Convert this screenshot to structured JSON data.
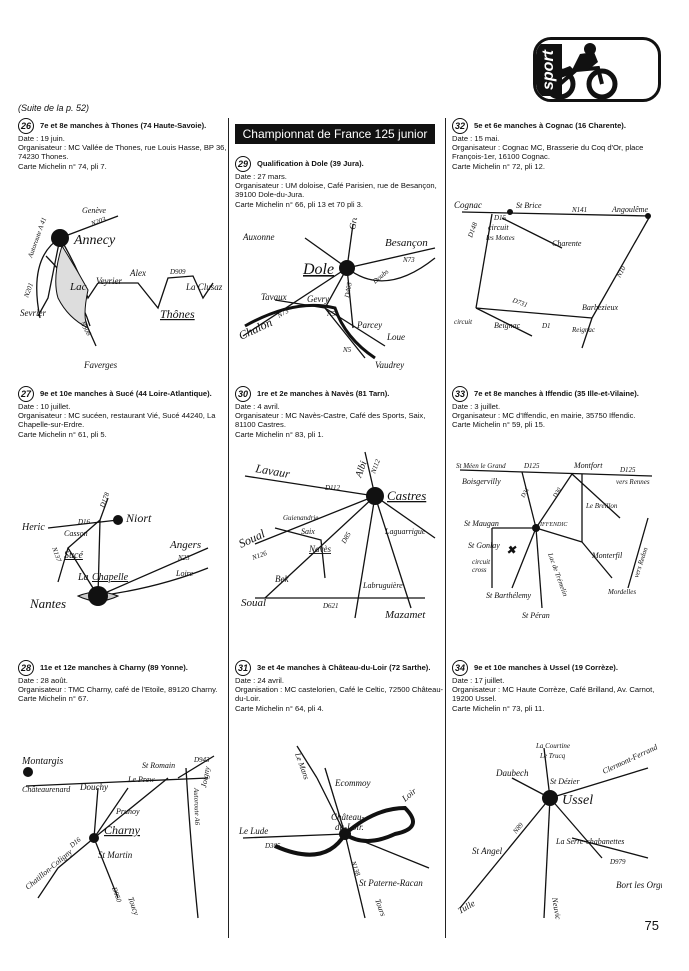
{
  "continued": "(Suite de la p. 52)",
  "badge_text": "sport",
  "banner": "Championnat de France 125 junior",
  "page_number": "75",
  "events": [
    {
      "num": "26",
      "head": "7e et 8e manches à Thones (74 Haute-Savoie).",
      "date": "Date : 19 juin.",
      "org": "Organisateur : MC Vallée de Thones, rue Louis Hasse, BP 36, 74230 Thones.",
      "map": "Carte Michelin n° 74, pli 7."
    },
    {
      "num": "27",
      "head": "9e et 10e manches à Sucé (44 Loire-Atlantique).",
      "date": "Date : 10 juillet.",
      "org": "Organisateur : MC sucéen, restaurant Vié, Sucé 44240, La Chapelle-sur-Erdre.",
      "map": "Carte Michelin n° 61, pli 5."
    },
    {
      "num": "28",
      "head": "11e et 12e manches à Charny (89 Yonne).",
      "date": "Date : 28 août.",
      "org": "Organisateur : TMC Charny, café de l'Etoile, 89120 Charny.",
      "map": "Carte Michelin n° 67."
    },
    {
      "num": "29",
      "head": "Qualification à Dole (39 Jura).",
      "date": "Date : 27 mars.",
      "org": "Organisateur : UM doloise, Café Parisien, rue de Besançon, 39100 Dole-du-Jura.",
      "map": "Carte Michelin n° 66, pli 13 et 70 pli 3."
    },
    {
      "num": "30",
      "head": "1re et 2e manches à Navès (81 Tarn).",
      "date": "Date : 4 avril.",
      "org": "Organisateur : MC Navès-Castre, Café des Sports, Saix, 81100 Castres.",
      "map": "Carte Michelin n° 83, pli 1."
    },
    {
      "num": "31",
      "head": "3e et 4e manches à Château-du-Loir (72 Sarthe).",
      "date": "Date : 24 avril.",
      "org": "Organisation : MC castelorien, Café le Celtic, 72500 Château-du-Loir.",
      "map": "Carte Michelin n° 64, pli 4."
    },
    {
      "num": "32",
      "head": "5e et 6e manches à Cognac (16 Charente).",
      "date": "Date : 15 mai.",
      "org": "Organisateur : Cognac MC, Brasserie du Coq d'Or, place François-1er, 16100 Cognac.",
      "map": "Carte Michelin n° 72, pli 12."
    },
    {
      "num": "33",
      "head": "7e et 8e manches à Iffendic (35 Ille-et-Vilaine).",
      "date": "Date : 3 juillet.",
      "org": "Organisateur : MC d'Iffendic, en mairie, 35750 Iffendic.",
      "map": "Carte Michelin n° 59, pli 15."
    },
    {
      "num": "34",
      "head": "9e et 10e manches à Ussel (19 Corrèze).",
      "date": "Date : 17 juillet.",
      "org": "Organisateur : MC Haute Corrèze, Café Brilland, Av. Carnot, 19200 Ussel.",
      "map": "Carte Michelin n° 73, pli 11."
    }
  ],
  "maps": {
    "thones": {
      "annecy": "Annecy",
      "lac": "Lac",
      "sevrier": "Sevrier",
      "vevrier": "Veyrier",
      "alex": "Alex",
      "thones": "Thônes",
      "clusaz": "La Clusaz",
      "geneve": "Genève",
      "faverges": "Faverges",
      "autoroute": "Autoroute A 41",
      "n201": "N201",
      "n508": "N508",
      "n203": "N203",
      "d909": "D909"
    },
    "suce": {
      "heric": "Heric",
      "casson": "Casson",
      "suce": "Sucé",
      "la": "La",
      "chapelle": "Chapelle",
      "nantes": "Nantes",
      "niort": "Niort",
      "angers": "Angers",
      "loire": "Loire",
      "d16": "D16",
      "n23": "N23",
      "n137": "N137",
      "d178": "D178"
    },
    "charny": {
      "montargis": "Montargis",
      "chateaurenard": "Châteaurenard",
      "douchy": "Douchy",
      "stromain": "St Romain",
      "leprew": "Le Prew",
      "joigny": "Joigny",
      "autoroute": "Autoroute A6",
      "prunoy": "Prunoy",
      "charny": "Charny",
      "chatillon": "Chatillon-Coligny",
      "stmartin": "St Martin",
      "toucy": "Toucy",
      "d943": "D943",
      "d16": "D16",
      "d950": "D950"
    },
    "dole": {
      "auxonne": "Auxonne",
      "gray": "Gray",
      "besancon": "Besançon",
      "dole": "Dole",
      "tavaux": "Tavaux",
      "gevry": "Gevry",
      "chalon": "Chalon",
      "parcey": "Parcey",
      "loue": "Loue",
      "vaudrey": "Vaudrey",
      "n73a": "N73",
      "n73b": "N73",
      "n5a": "N5",
      "n5b": "N5",
      "doubs": "Doubs",
      "d405": "D405"
    },
    "naves": {
      "lavaur": "Lavaur",
      "albi": "Albi",
      "castres": "Castres",
      "soual1": "Soual",
      "guienandrie": "Guienandrie",
      "saix": "Saix",
      "naves": "Navès",
      "laguarrigue": "Laguarrigue",
      "bek": "Bek",
      "soual2": "Soual",
      "labruguiere": "Labruguière",
      "mazamet": "Mazamet",
      "d112": "D112",
      "n112": "N112",
      "n126": "N126",
      "d85": "D85",
      "d621": "D621"
    },
    "chateau": {
      "ecommoy": "Ecommoy",
      "chateau1": "Château-",
      "chateau2": "du-Loir.",
      "lelude": "Le Lude",
      "d305": "D305",
      "loir": "Loir",
      "stpaterne": "St Paterne-Racan",
      "tours": "Tours",
      "mans": "Le Mans",
      "n138": "N138"
    },
    "cognac": {
      "cognac": "Cognac",
      "stbrice": "St Brice",
      "n141": "N141",
      "angouleme": "Angoulême",
      "circuit": "circuit",
      "mottes": "les Mottes",
      "charente": "Charente",
      "d15": "D15",
      "d148": "D148",
      "n10": "N10",
      "d731": "D731",
      "barbezieux": "Barbezieux",
      "circuit2": "circuit",
      "beignac": "Beignac",
      "reignac": "Reignac",
      "d1": "D1"
    },
    "iffendic": {
      "stmeen": "St Méen le Grand",
      "d125a": "D125",
      "montfort": "Montfort",
      "d125b": "D125",
      "rennes": "vers Rennes",
      "boisgervilly": "Boisgervilly",
      "breillon": "Le Breillon",
      "stmaugan": "St Maugan",
      "iffendic": "IFFENDIC",
      "stgonlay": "St Gonlay",
      "circuit": "circuit",
      "cross": "cross",
      "lacdetrem": "Lac de Trémelin",
      "monterfil": "Monterfil",
      "redon": "vers Redon",
      "stbarthelemy": "St Barthélemy",
      "mordelles": "Mordelles",
      "stperan": "St Péran",
      "d30": "D30",
      "d31": "D31"
    },
    "ussel": {
      "lacourtine": "La Courtine",
      "letrucq": "Le Trucq",
      "daubech": "Daubech",
      "clermont": "Clermont-Ferrand",
      "stdezier": "St Dézier",
      "ussel": "Ussel",
      "n89": "N89",
      "stangel": "St Angel",
      "serre": "La Serre-chabanettes",
      "d979": "D979",
      "tulle": "Tulle",
      "neuvic": "Neuvic",
      "bort": "Bort les Orgues"
    }
  }
}
